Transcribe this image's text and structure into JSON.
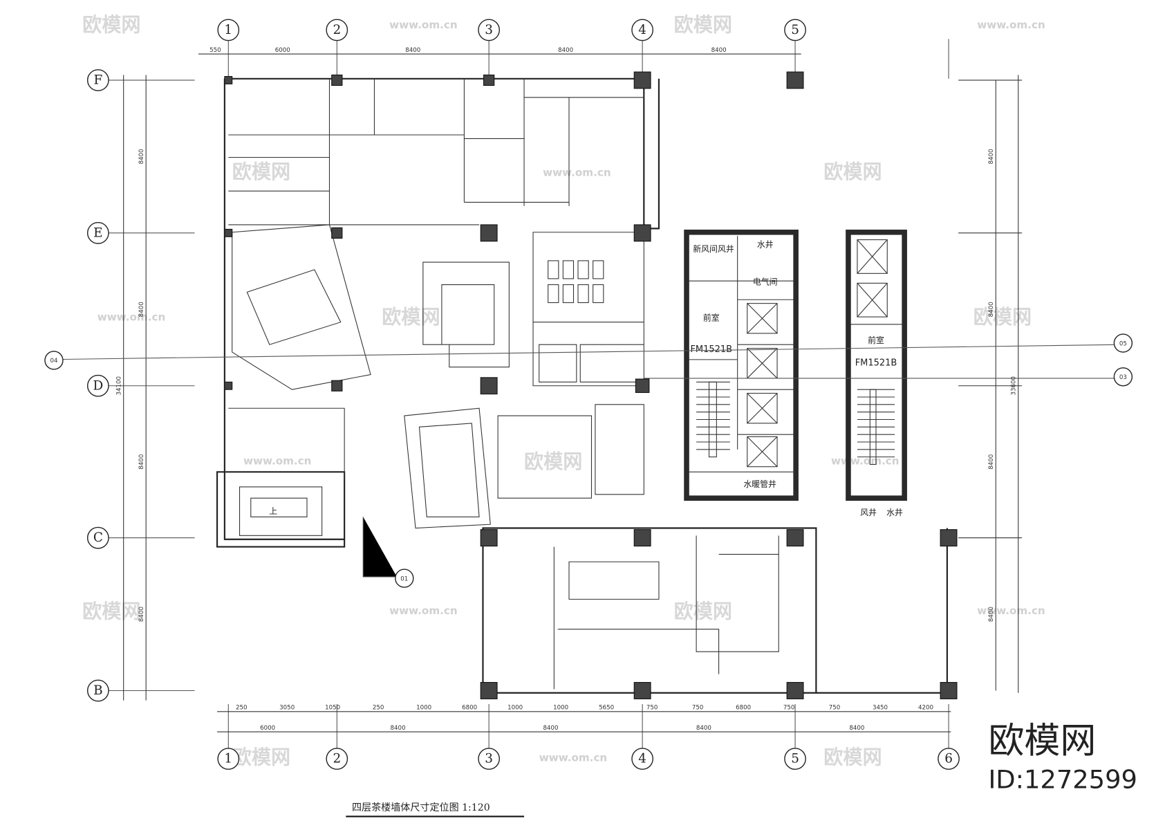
{
  "title": "四层茶楼墙体尺寸定位图 1:120",
  "grid_columns": [
    "1",
    "2",
    "3",
    "4",
    "5",
    "6"
  ],
  "grid_rows": [
    "F",
    "E",
    "D",
    "C",
    "B"
  ],
  "top_dimensions": [
    "550",
    "6000",
    "8400",
    "8400",
    "8400"
  ],
  "bottom_dimensions_detail": [
    "250",
    "3050",
    "1050",
    "250",
    "1000",
    "6800",
    "1000",
    "1000",
    "5650",
    "750",
    "750",
    "6800",
    "750",
    "750",
    "3450",
    "4200"
  ],
  "bottom_dimensions_overall": [
    "6000",
    "8400",
    "8400",
    "8400",
    "8400"
  ],
  "left_dimensions": [
    "8400",
    "8400",
    "8400",
    "8400"
  ],
  "left_total": "34100",
  "right_dimensions": [
    "8400",
    "8400",
    "8400",
    "8400"
  ],
  "right_total": "33600",
  "rooms": {
    "core1_shaft": "新风间风井",
    "core1_water": "水井",
    "core1_electric": "电气间",
    "core1_lobby": "前室",
    "core1_door": "FM1521B",
    "core1_pipe": "水暖管井",
    "core2_lobby": "前室",
    "core2_door": "FM1521B",
    "core2_wind": "风井",
    "core2_water": "水井",
    "stair_up": "上"
  },
  "section_marks": [
    "04",
    "05",
    "03",
    "01"
  ],
  "watermark": {
    "brand": "欧模网",
    "url": "www.om.cn",
    "id": "ID:1272599"
  }
}
